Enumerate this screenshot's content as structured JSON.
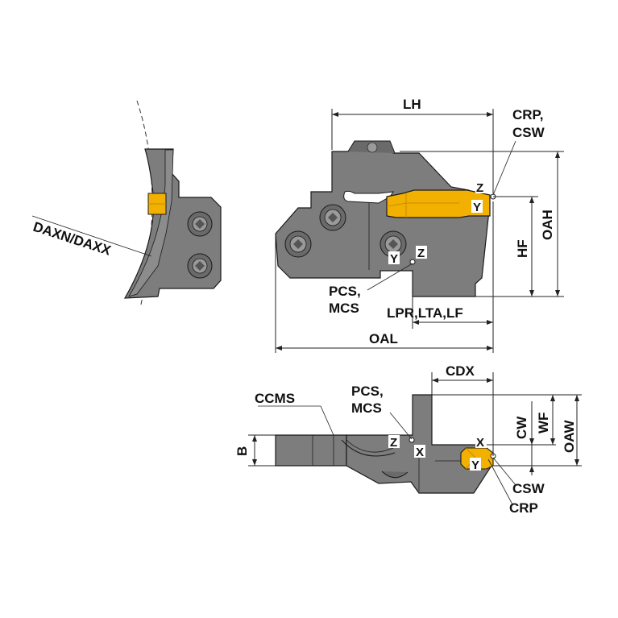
{
  "colors": {
    "body": "#7d7d7d",
    "body_dark": "#5e5e5e",
    "insert": "#f2b100",
    "insert_dark": "#c78d00",
    "outline": "#1a1a1a",
    "screw": "#9a9a9a",
    "background": "#ffffff"
  },
  "labels": {
    "daxn_daxx": "DAXN/DAXX",
    "lh": "LH",
    "crp_top": "CRP,",
    "csw_top": "CSW",
    "hf": "HF",
    "oah": "OAH",
    "pcs_side": "PCS,",
    "mcs_side": "MCS",
    "lpr_lta_lf": "LPR,LTA,LF",
    "oal": "OAL",
    "cdx": "CDX",
    "ccms": "CCMS",
    "pcs_top": "PCS,",
    "mcs_top": "MCS",
    "b": "B",
    "cw": "CW",
    "wf": "WF",
    "oaw": "OAW",
    "csw_bottom": "CSW",
    "crp_bottom": "CRP"
  },
  "axes": {
    "z": "Z",
    "y": "Y",
    "x": "X"
  }
}
